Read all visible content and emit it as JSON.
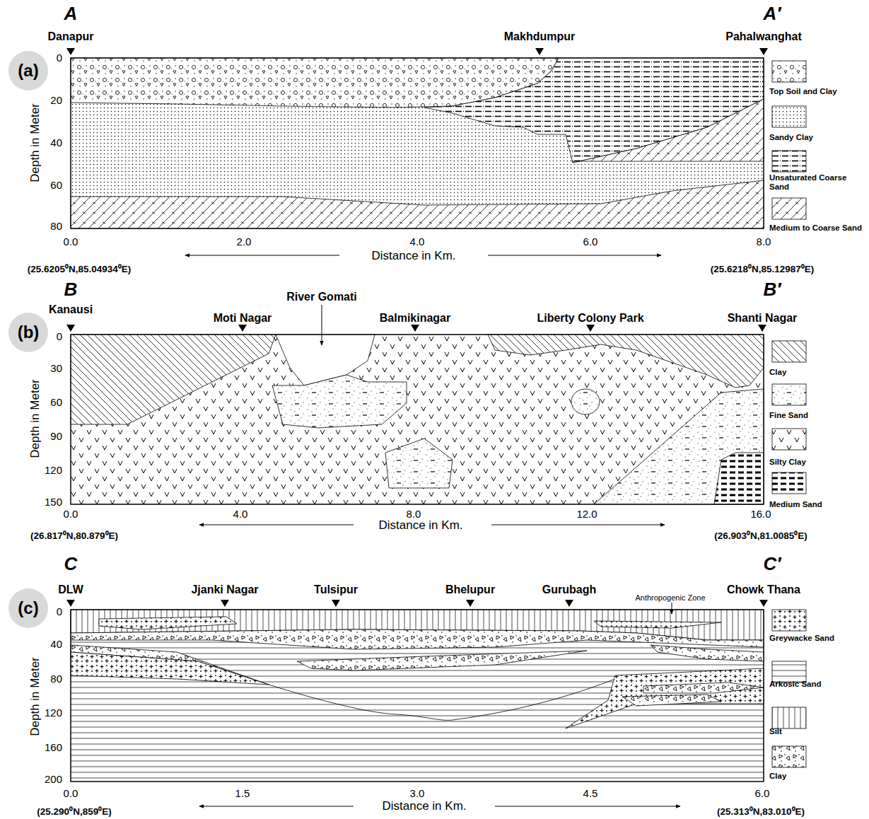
{
  "diagram": {
    "nodes": [
      {
        "text": [
          "(a)"
        ]
      },
      {
        "text": [
          "(b)"
        ]
      },
      {
        "text": [
          "(c)"
        ]
      }
    ],
    "labels": [
      "A",
      "Danapur",
      "Makhdumpur",
      "Pahalwanghat",
      "A′",
      "0",
      "20",
      "40",
      "60",
      "80",
      "Depth in Meter",
      "0.0",
      "2.0",
      "4.0",
      "6.0",
      "8.0",
      "Distance in Km.",
      "(25.6205⁰N,85.04934⁰E)",
      "(25.6218⁰N,85.12987⁰E)",
      "B",
      "Kanausi",
      "Moti Nagar",
      "River Gomati",
      "Balmikinagar",
      "Liberty Colony Park",
      "Shanti Nagar",
      "B′",
      "0",
      "30",
      "60",
      "90",
      "120",
      "150",
      "Depth in Meter",
      "0.0",
      "4.0",
      "8.0",
      "12.0",
      "16.0",
      "Distance in Km.",
      "(26.817⁰N,80.879⁰E)",
      "(26.903⁰N,81.0085⁰E)",
      "C",
      "DLW",
      "Jjanki Nagar",
      "Tulsipur",
      "Bhelupur",
      "Gurubagh",
      "C′",
      "Chowk Thana",
      "Anthropogenic Zone",
      "0",
      "40",
      "80",
      "120",
      "160",
      "200",
      "Depth in Meter",
      "0.0",
      "1.5",
      "3.0",
      "4.5",
      "6.0",
      "Distance in Km.",
      "(25.290⁰N,859⁰E)",
      "(25.313⁰N,83.010⁰E)"
    ],
    "legend": [
      {
        "text": "Top Soil and Clay"
      },
      {
        "text": "Sandy Clay"
      },
      {
        "text": "Unsaturated Coarse Sand"
      },
      {
        "text": "Medium to Coarse Sand"
      },
      {
        "text": "Clay"
      },
      {
        "text": "Fine Sand"
      },
      {
        "text": "Silty Clay"
      },
      {
        "text": "Medium Sand"
      },
      {
        "text": "Greywacke Sand"
      },
      {
        "text": "Arkosic Sand"
      },
      {
        "text": "Silt"
      },
      {
        "text": "Clay"
      }
    ]
  }
}
